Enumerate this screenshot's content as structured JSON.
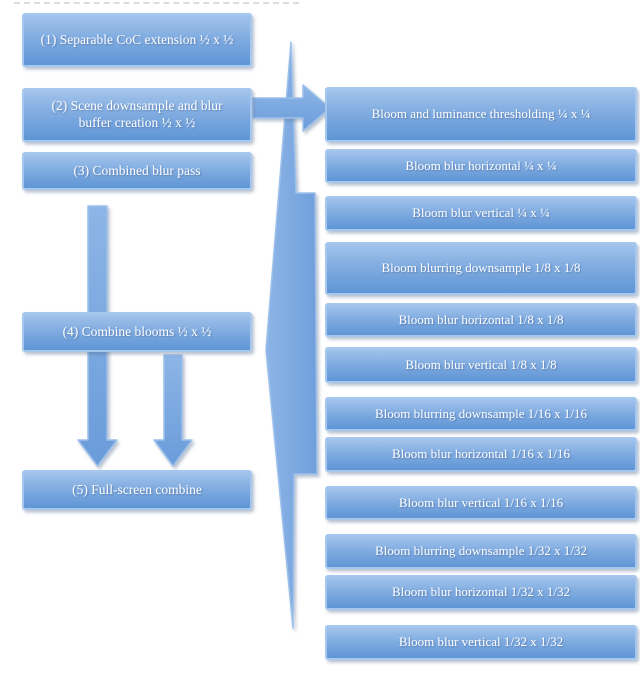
{
  "colors": {
    "background": "#ffffff",
    "box_fill_top": "#a3c4ec",
    "box_fill_mid": "#7fabe0",
    "box_fill_bottom": "#5f95d6",
    "box_border": "#a6c7ee",
    "arrow_fill_light": "#8db5e6",
    "arrow_fill_dark": "#6a9cda",
    "text": "#ffffff"
  },
  "flow": {
    "left_steps": [
      {
        "label": "(1) Separable CoC extension ½ x ½"
      },
      {
        "label": "(2) Scene downsample and blur buffer creation ½ x ½"
      },
      {
        "label": "(3) Combined blur pass"
      },
      {
        "label": "(4) Combine blooms ½ x ½"
      },
      {
        "label": "(5) Full-screen combine"
      }
    ],
    "right_steps": [
      {
        "label": "Bloom and luminance thresholding ¼ x ¼"
      },
      {
        "label": "Bloom blur horizontal ¼ x ¼"
      },
      {
        "label": "Bloom blur vertical ¼ x ¼"
      },
      {
        "label": "Bloom blurring downsample 1/8 x 1/8"
      },
      {
        "label": "Bloom blur horizontal 1/8 x 1/8"
      },
      {
        "label": "Bloom blur vertical 1/8 x 1/8"
      },
      {
        "label": "Bloom blurring downsample 1/16 x 1/16"
      },
      {
        "label": "Bloom blur horizontal 1/16 x 1/16"
      },
      {
        "label": "Bloom blur vertical 1/16 x 1/16"
      },
      {
        "label": "Bloom blurring downsample 1/32 x 1/32"
      },
      {
        "label": "Bloom blur horizontal 1/32 x 1/32"
      },
      {
        "label": "Bloom blur vertical 1/32 x 1/32"
      }
    ]
  }
}
